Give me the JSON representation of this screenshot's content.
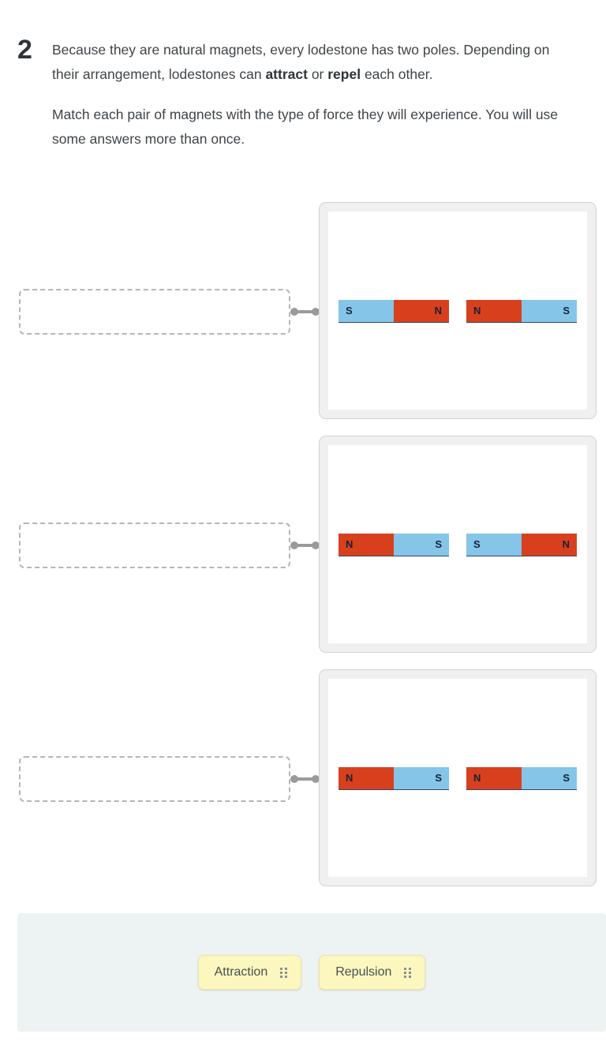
{
  "question": {
    "number": "2",
    "paragraph_1_part_1": "Because they are natural magnets, every lodestone has two poles. Depending on their arrangement, lodestones can ",
    "paragraph_1_bold_1": "attract",
    "paragraph_1_part_2": " or ",
    "paragraph_1_bold_2": "repel",
    "paragraph_1_part_3": " each other.",
    "paragraph_2": "Match each pair of magnets with the type of force they will experience. You will use some answers more than once."
  },
  "rows": [
    {
      "dropzone_value": "",
      "connector_icon": "link-connector-icon",
      "magnets": [
        {
          "left_pole": "S",
          "left_color": "#85c5e8",
          "right_pole": "N",
          "right_color": "#d8401d"
        },
        {
          "left_pole": "N",
          "left_color": "#d8401d",
          "right_pole": "S",
          "right_color": "#85c5e8"
        }
      ]
    },
    {
      "dropzone_value": "",
      "connector_icon": "link-connector-icon",
      "magnets": [
        {
          "left_pole": "N",
          "left_color": "#d8401d",
          "right_pole": "S",
          "right_color": "#85c5e8"
        },
        {
          "left_pole": "S",
          "left_color": "#85c5e8",
          "right_pole": "N",
          "right_color": "#d8401d"
        }
      ]
    },
    {
      "dropzone_value": "",
      "connector_icon": "link-connector-icon",
      "magnets": [
        {
          "left_pole": "N",
          "left_color": "#d8401d",
          "right_pole": "S",
          "right_color": "#85c5e8"
        },
        {
          "left_pole": "N",
          "left_color": "#d8401d",
          "right_pole": "S",
          "right_color": "#85c5e8"
        }
      ]
    }
  ],
  "answer_bank": {
    "chips": [
      {
        "label": "Attraction",
        "handle_icon": "drag-handle-icon"
      },
      {
        "label": "Repulsion",
        "handle_icon": "drag-handle-icon"
      }
    ]
  },
  "colors": {
    "pole_blue": "#85c5e8",
    "pole_red": "#d8401d",
    "chip_yellow": "#fbf7bf",
    "tray_background": "#edf2f2",
    "panel_frame": "#f0f0f0",
    "dropzone_border": "#b6b6b6",
    "connector_gray": "#9a9a9a"
  }
}
